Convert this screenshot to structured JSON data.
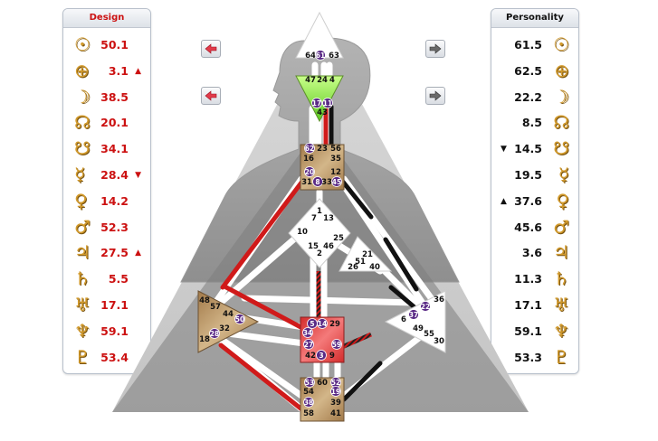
{
  "design": {
    "title": "Design",
    "rows": [
      {
        "planet": "Sun",
        "glyph": "☉",
        "value": "50.1",
        "arrow": ""
      },
      {
        "planet": "Earth",
        "glyph": "⊕",
        "value": "3.1",
        "arrow": "▲"
      },
      {
        "planet": "Moon",
        "glyph": "☽",
        "value": "38.5",
        "arrow": ""
      },
      {
        "planet": "North Node",
        "glyph": "☊",
        "value": "20.1",
        "arrow": ""
      },
      {
        "planet": "South Node",
        "glyph": "☋",
        "value": "34.1",
        "arrow": ""
      },
      {
        "planet": "Mercury",
        "glyph": "☿",
        "value": "28.4",
        "arrow": "▼"
      },
      {
        "planet": "Venus",
        "glyph": "♀",
        "value": "14.2",
        "arrow": ""
      },
      {
        "planet": "Mars",
        "glyph": "♂",
        "value": "52.3",
        "arrow": ""
      },
      {
        "planet": "Jupiter",
        "glyph": "♃",
        "value": "27.5",
        "arrow": "▲"
      },
      {
        "planet": "Saturn",
        "glyph": "♄",
        "value": "5.5",
        "arrow": ""
      },
      {
        "planet": "Uranus",
        "glyph": "♅",
        "value": "17.1",
        "arrow": ""
      },
      {
        "planet": "Neptune",
        "glyph": "♆",
        "value": "59.1",
        "arrow": ""
      },
      {
        "planet": "Pluto",
        "glyph": "♇",
        "value": "53.4",
        "arrow": ""
      }
    ]
  },
  "personality": {
    "title": "Personality",
    "rows": [
      {
        "planet": "Sun",
        "glyph": "☉",
        "value": "61.5",
        "arrow": ""
      },
      {
        "planet": "Earth",
        "glyph": "⊕",
        "value": "62.5",
        "arrow": ""
      },
      {
        "planet": "Moon",
        "glyph": "☽",
        "value": "22.2",
        "arrow": ""
      },
      {
        "planet": "North Node",
        "glyph": "☊",
        "value": "8.5",
        "arrow": ""
      },
      {
        "planet": "South Node",
        "glyph": "☋",
        "value": "14.5",
        "arrow": "▼"
      },
      {
        "planet": "Mercury",
        "glyph": "☿",
        "value": "19.5",
        "arrow": ""
      },
      {
        "planet": "Venus",
        "glyph": "♀",
        "value": "37.6",
        "arrow": "▲"
      },
      {
        "planet": "Mars",
        "glyph": "♂",
        "value": "45.6",
        "arrow": ""
      },
      {
        "planet": "Jupiter",
        "glyph": "♃",
        "value": "3.6",
        "arrow": ""
      },
      {
        "planet": "Saturn",
        "glyph": "♄",
        "value": "11.3",
        "arrow": ""
      },
      {
        "planet": "Uranus",
        "glyph": "♅",
        "value": "17.1",
        "arrow": ""
      },
      {
        "planet": "Neptune",
        "glyph": "♆",
        "value": "59.1",
        "arrow": ""
      },
      {
        "planet": "Pluto",
        "glyph": "♇",
        "value": "53.3",
        "arrow": ""
      }
    ]
  },
  "colors": {
    "design": "#cc1111",
    "personality": "#111111",
    "glyph": "#d29a2c",
    "defined_center": "#b8935f",
    "throat_center": "#b8935f",
    "ajna_center": "#86e03a",
    "sacral_center": "#e24242",
    "activation_badge": "#5a2a86"
  },
  "icons": {
    "prev_design": "red-left-arrow-icon",
    "prev_personality": "red-left-arrow-icon",
    "next_design": "gray-right-arrow-icon",
    "next_personality": "gray-right-arrow-icon"
  },
  "centers": {
    "head": {
      "gates": [
        "64",
        "61",
        "63"
      ]
    },
    "ajna": {
      "gates": [
        "47",
        "24",
        "4",
        "17",
        "11",
        "43"
      ]
    },
    "throat": {
      "gates": [
        "62",
        "23",
        "56",
        "16",
        "35",
        "20",
        "12",
        "31",
        "8",
        "33",
        "45"
      ]
    },
    "g": {
      "gates": [
        "1",
        "7",
        "13",
        "10",
        "15",
        "2",
        "46",
        "25"
      ]
    },
    "ego": {
      "gates": [
        "21",
        "51",
        "26",
        "40"
      ]
    },
    "spleen": {
      "gates": [
        "48",
        "57",
        "44",
        "50",
        "32",
        "28",
        "18"
      ]
    },
    "sacral": {
      "gates": [
        "5",
        "14",
        "29",
        "34",
        "27",
        "59",
        "42",
        "3",
        "9"
      ]
    },
    "solar_plexus": {
      "gates": [
        "36",
        "22",
        "37",
        "6",
        "49",
        "55",
        "30"
      ]
    },
    "root": {
      "gates": [
        "53",
        "60",
        "52",
        "54",
        "19",
        "38",
        "39",
        "58",
        "41"
      ]
    }
  }
}
